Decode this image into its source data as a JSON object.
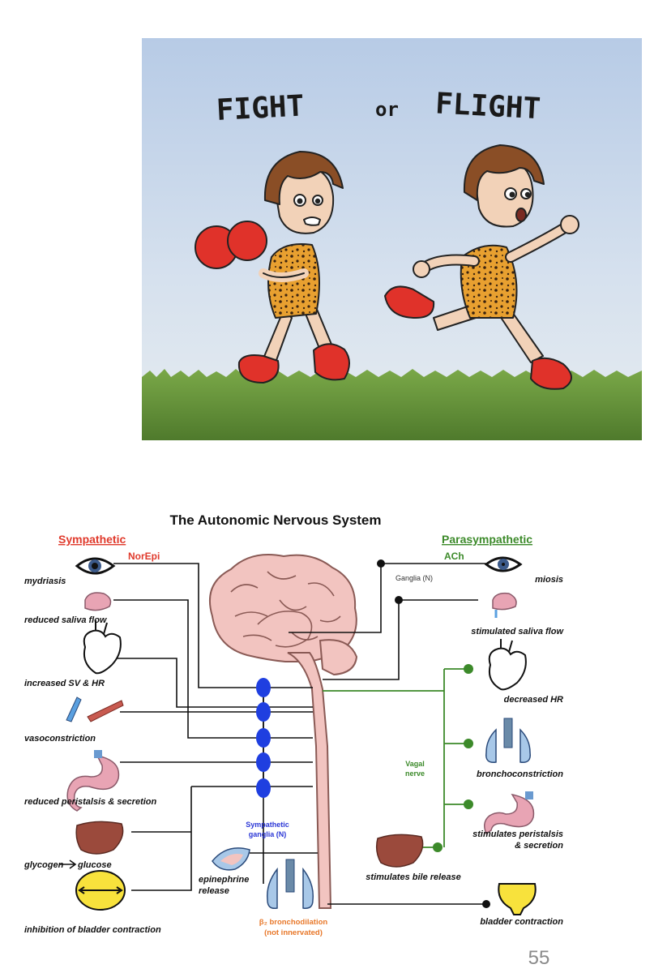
{
  "cartoon": {
    "title_left": "FIGHT",
    "title_or": "or",
    "title_right": "FLIGHT"
  },
  "diagram": {
    "title": "The Autonomic Nervous System",
    "sympathetic": {
      "header": "Sympathetic",
      "neurotransmitter": "NorEpi",
      "color": "#e03a2c",
      "effects": [
        {
          "label": "mydriasis"
        },
        {
          "label": "reduced saliva flow"
        },
        {
          "label": "increased SV & HR"
        },
        {
          "label": "vasoconstriction"
        },
        {
          "label": "reduced peristalsis & secretion"
        },
        {
          "label": "glycogen",
          "label2": "glucose"
        },
        {
          "label": "inhibition of bladder contraction"
        }
      ],
      "ganglia_label_1": "Sympathetic",
      "ganglia_label_2": "ganglia (N)",
      "epinephrine_1": "epinephrine",
      "epinephrine_2": "release",
      "beta2_1": "β₂ bronchodilation",
      "beta2_2": "(not innervated)"
    },
    "parasympathetic": {
      "header": "Parasympathetic",
      "neurotransmitter": "ACh",
      "color": "#3c8a2a",
      "ganglia_label": "Ganglia (N)",
      "vagal_1": "Vagal",
      "vagal_2": "nerve",
      "effects": [
        {
          "label": "miosis"
        },
        {
          "label": "stimulated saliva flow"
        },
        {
          "label": "decreased HR"
        },
        {
          "label": "bronchoconstriction"
        },
        {
          "label": "stimulates peristalsis",
          "label2": "& secretion"
        },
        {
          "label": "stimulates bile release"
        },
        {
          "label": "bladder contraction"
        }
      ]
    }
  },
  "page_number": "55",
  "colors": {
    "ganglion_blue": "#1f3fe0",
    "parasym_green": "#3c8a2a",
    "brain_pink": "#f2c4c0",
    "brain_outline": "#8a5a55",
    "organ_pink": "#e8a4b4",
    "liver_brown": "#9b4a3c",
    "bladder_yellow": "#f8e23c",
    "sky_top": "#bcd0e8",
    "grass_green": "#6a9a3c"
  }
}
